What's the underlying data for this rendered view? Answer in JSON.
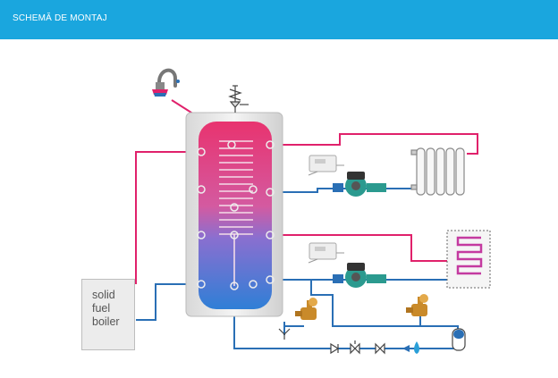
{
  "header": {
    "title": "SCHEMĂ DE MONTAJ"
  },
  "boiler": {
    "line1": "solid",
    "line2": "fuel",
    "line3": "boiler"
  },
  "colors": {
    "header": "#1aa6de",
    "hot_pipe": "#e0216b",
    "cold_pipe": "#2a6fb5",
    "tank_hot": "#e8336f",
    "tank_cold": "#2f7fd6",
    "pump": "#2b9a8f",
    "valve_brass": "#c98a2a"
  },
  "icons": [
    "faucet-icon",
    "safety-valve-icon",
    "thermostat-icon",
    "pump-icon",
    "radiator-icon",
    "floor-heating-icon",
    "mixing-valve-icon",
    "drain-valve-icon",
    "check-valve-icon",
    "gate-valve-icon",
    "cold-water-inlet-icon",
    "expansion-vessel-icon"
  ]
}
